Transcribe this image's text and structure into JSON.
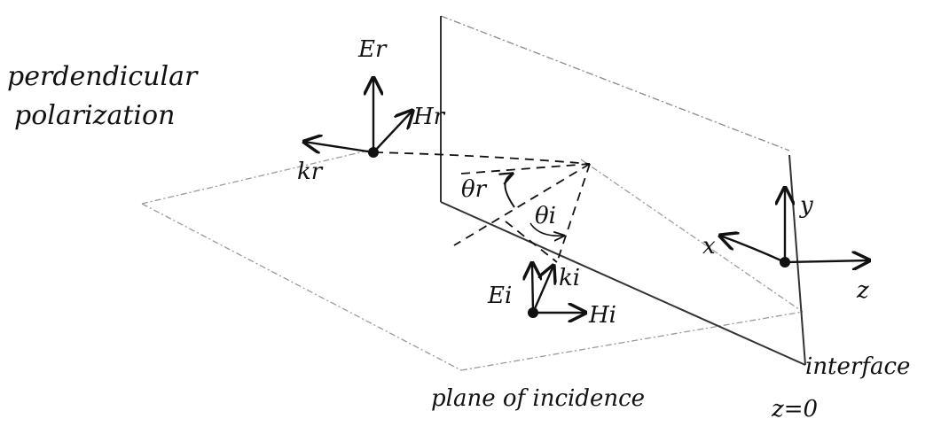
{
  "colors": {
    "ink": "#111111",
    "plane": "#9a9a9a"
  },
  "labels": {
    "title_line1": "perdendicular",
    "title_line2": "polarization",
    "E_r": "Er",
    "H_r": "Hr",
    "k_r": "kr",
    "theta_r": "θr",
    "theta_i": "θi",
    "E_i": "Ei",
    "k_i": "ki",
    "H_i": "Hi",
    "axis_x": "x",
    "axis_y": "y",
    "axis_z": "z",
    "interface": "interface",
    "z_eq": "z=0",
    "plane_of_incidence": "plane of incidence"
  }
}
